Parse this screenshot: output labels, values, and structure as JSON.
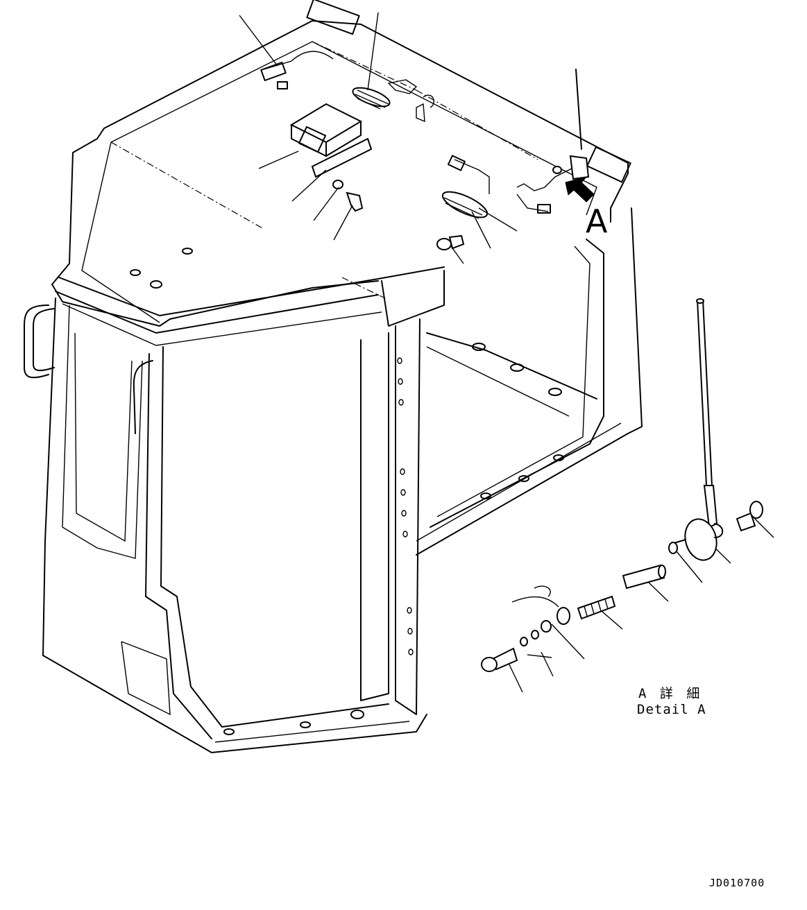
{
  "diagram": {
    "view_label": "A",
    "detail_caption_jp": "A 詳 細",
    "detail_caption_en": "Detail A",
    "drawing_code": "JD010700"
  },
  "icons": {
    "view_arrow": "arrow-up-left-icon"
  },
  "colors": {
    "line": "#000000",
    "background": "#ffffff"
  }
}
